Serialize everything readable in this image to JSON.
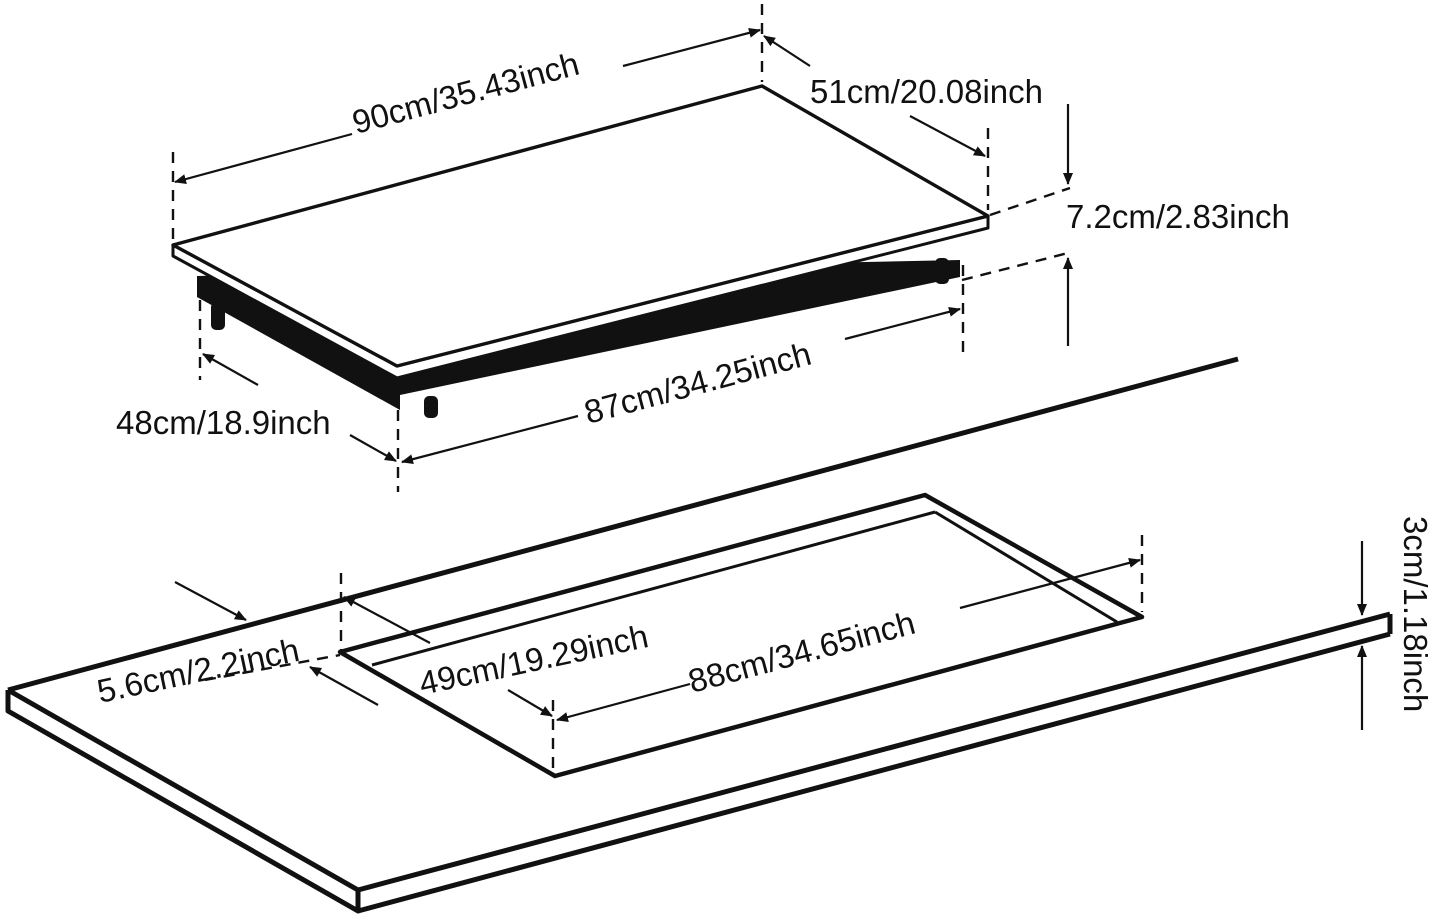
{
  "labels": {
    "cooktop_width": "90cm/35.43inch",
    "cooktop_depth": "51cm/20.08inch",
    "cooktop_height": "7.2cm/2.83inch",
    "base_width": "87cm/34.25inch",
    "base_depth": "48cm/18.9inch",
    "cutout_width": "88cm/34.65inch",
    "cutout_depth": "49cm/19.29inch",
    "edge_clearance": "5.6cm/2.2inch",
    "countertop_thickness": "3cm/1.18inch"
  },
  "colors": {
    "stroke": "#111111",
    "fill": "#ffffff"
  }
}
